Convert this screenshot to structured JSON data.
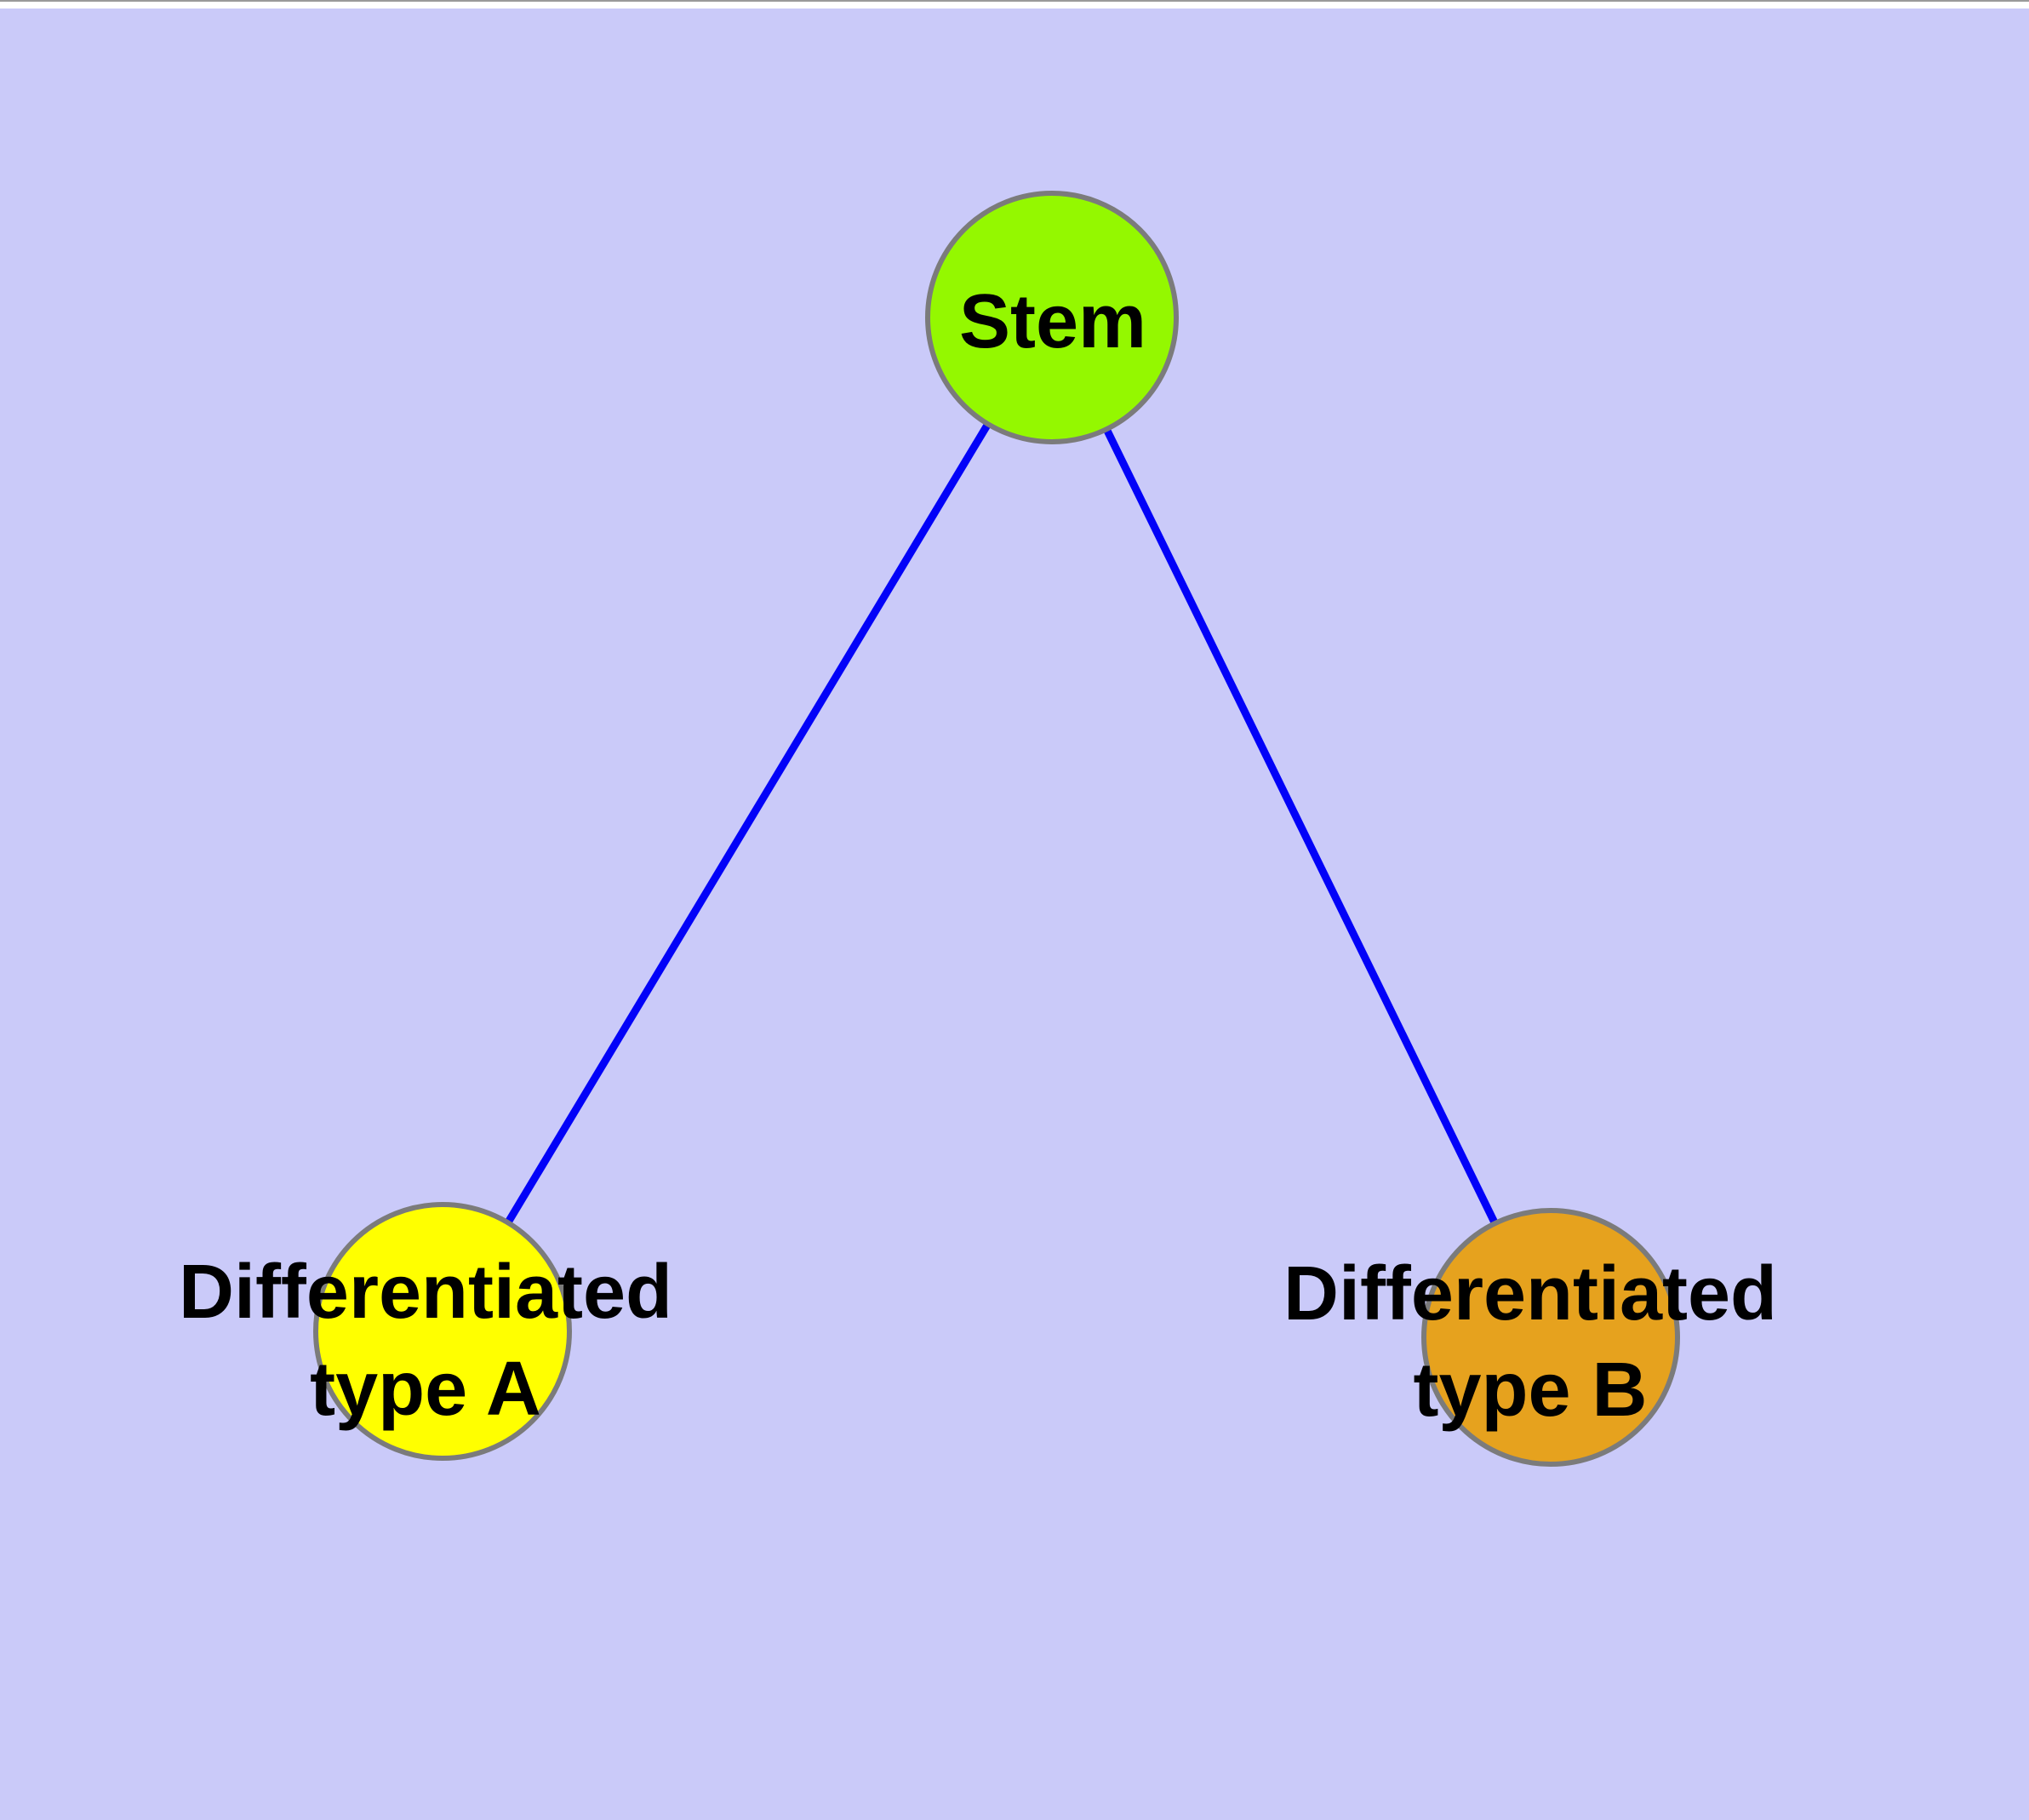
{
  "diagram": {
    "type": "graph",
    "background_color": "#cacaf9",
    "top_margin_color": "#ffffff",
    "top_hairline_color": "#9a9a9a",
    "edge_color": "#0202f8",
    "node_border_color": "#7b7b7b",
    "label_color": "#000000",
    "nodes": [
      {
        "id": "stem",
        "label": "Stem",
        "fill": "#94f800"
      },
      {
        "id": "type_a",
        "label": "Differentiated type A",
        "label_line1": "Differentiated",
        "label_line2": "type A",
        "fill": "#ffff00"
      },
      {
        "id": "type_b",
        "label": "Differentiated type B",
        "label_line1": "Differentiated",
        "label_line2": "type B",
        "fill": "#e6a21e"
      }
    ],
    "edges": [
      {
        "from": "Stem",
        "to": "Differentiated type A"
      },
      {
        "from": "Stem",
        "to": "Differentiated type B"
      }
    ]
  }
}
